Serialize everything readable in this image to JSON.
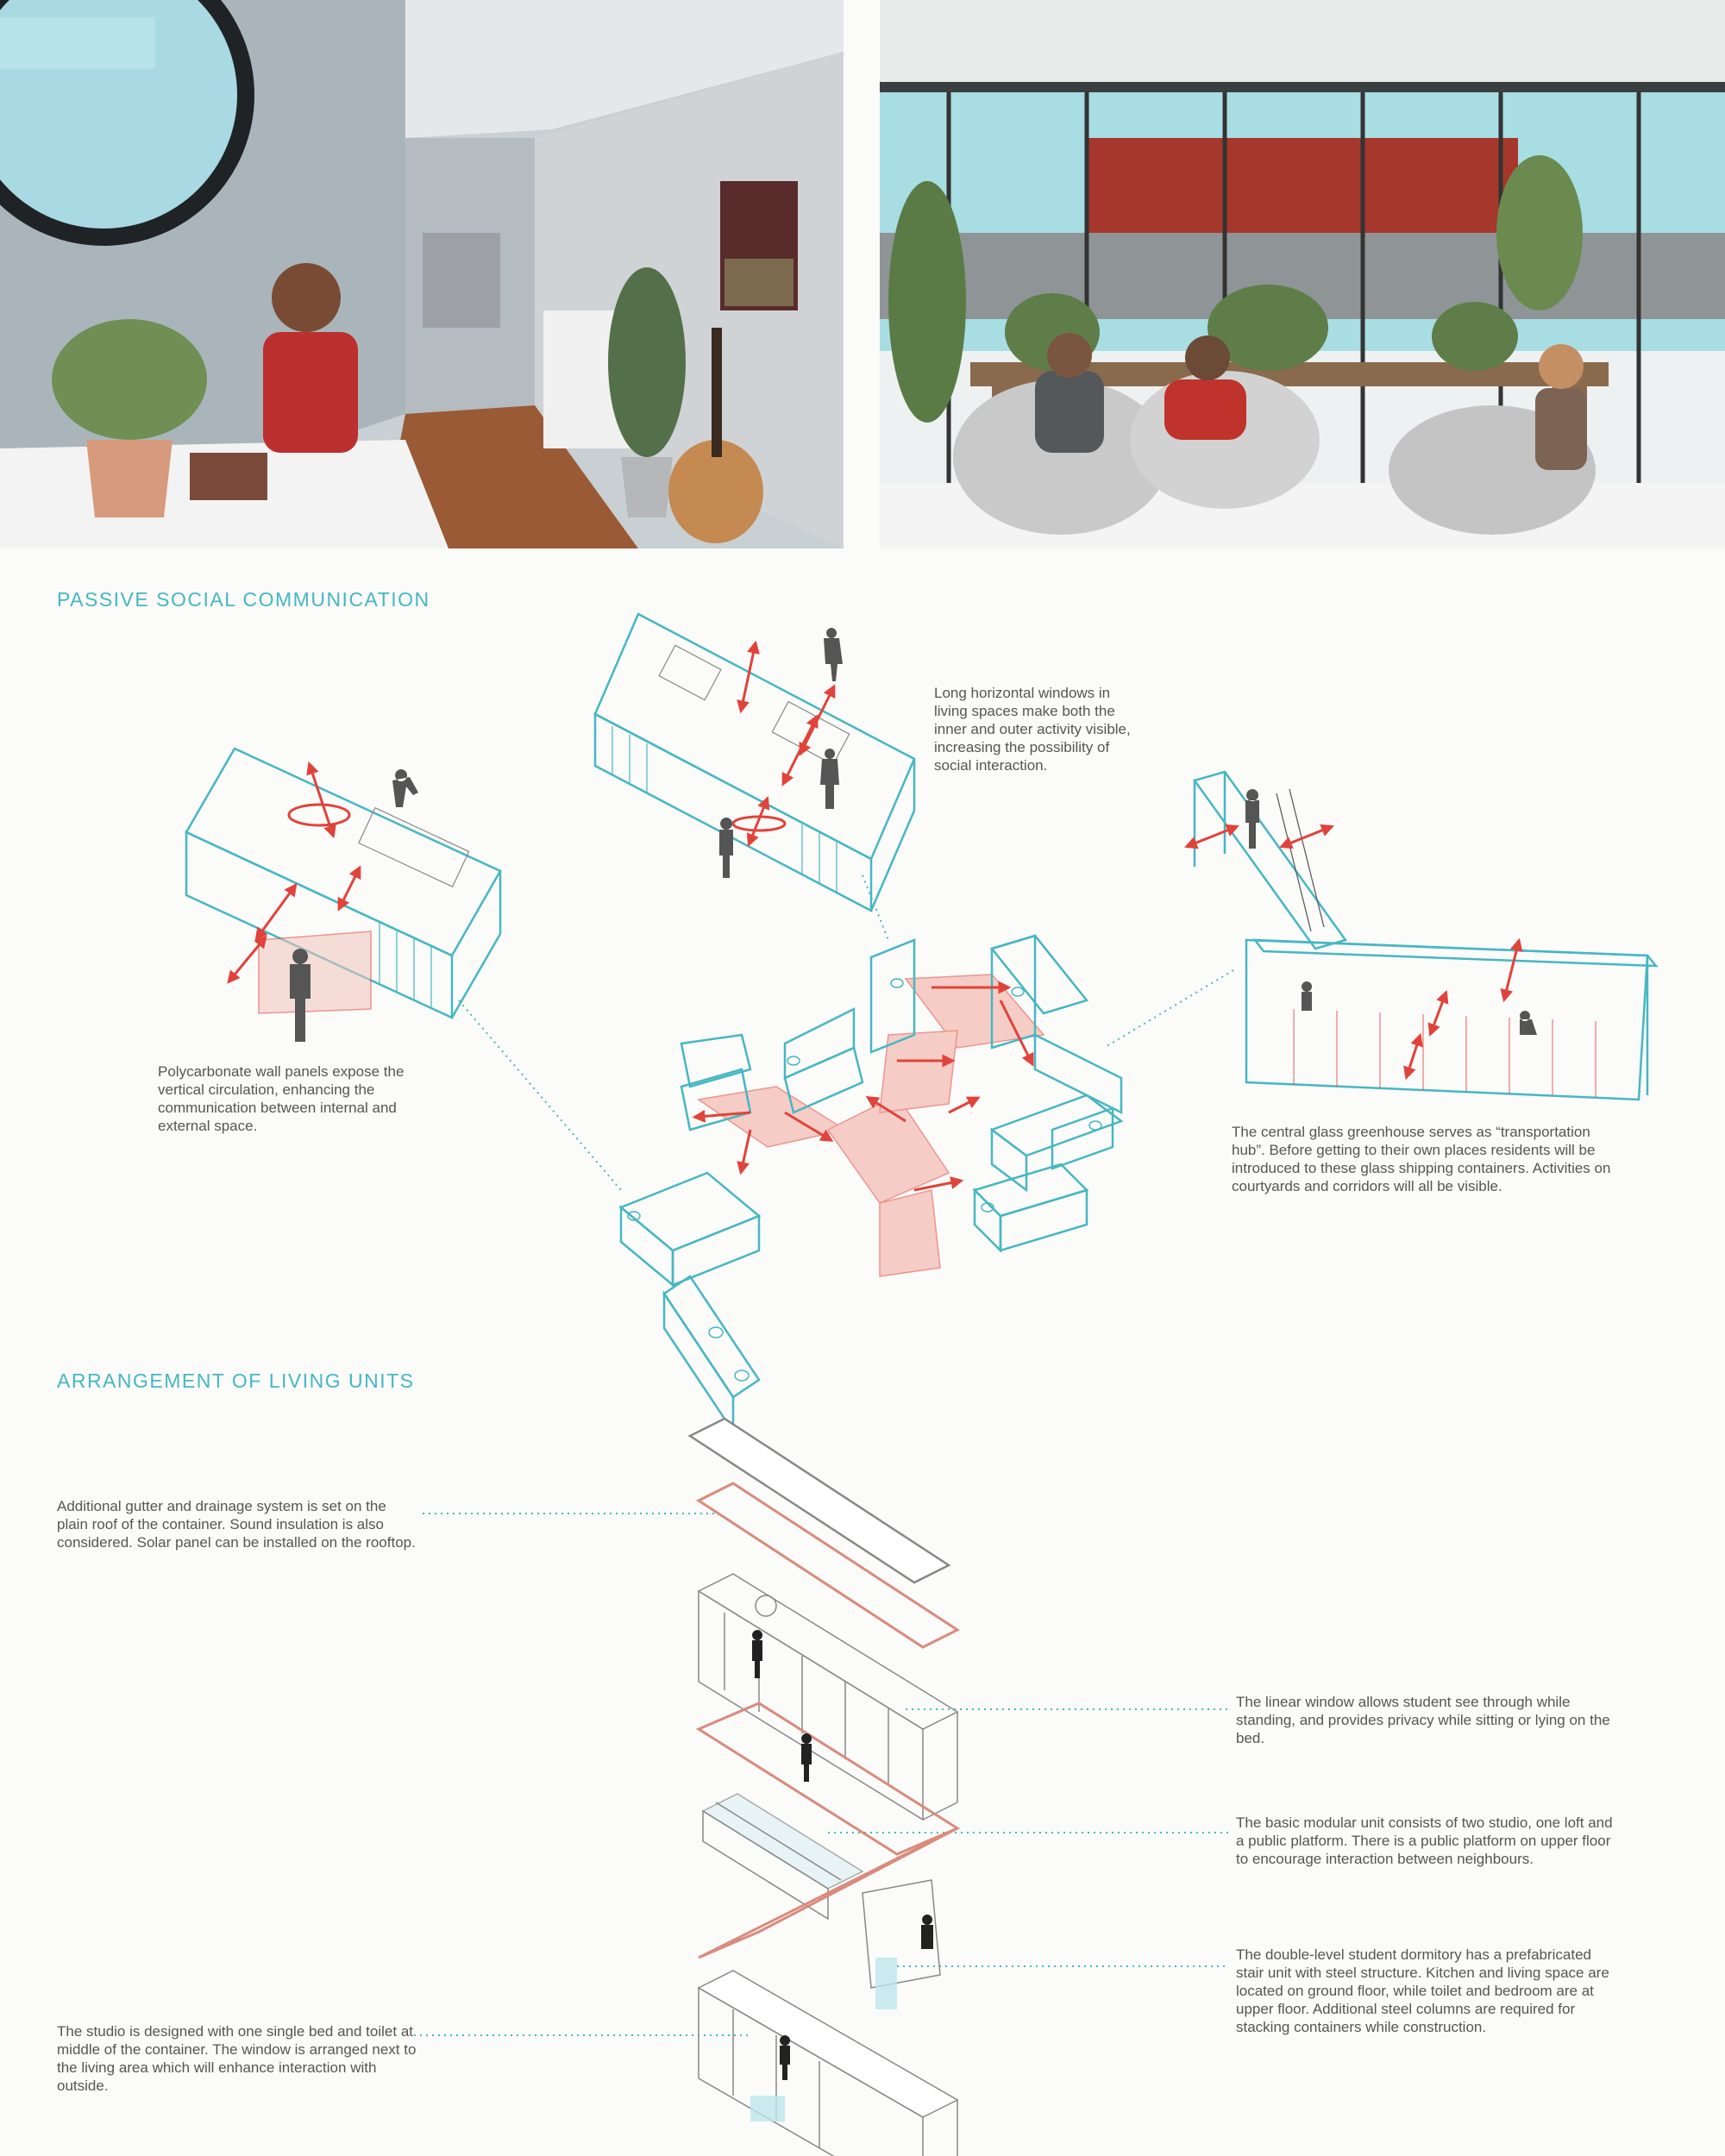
{
  "sections": {
    "social_title": "PASSIVE SOCIAL COMMUNICATION",
    "units_title": "ARRANGEMENT OF LIVING UNITS"
  },
  "notes": {
    "windows": "Long horizontal windows in living spaces make both the inner and outer activity visible, increasing the possibility of social interaction.",
    "polycarbonate": "Polycarbonate wall panels expose the vertical circulation, enhancing the communication between internal and external space.",
    "greenhouse": "The central glass greenhouse serves as “transportation hub”.  Before getting to their own places residents will be introduced to these glass shipping containers.  Activities on courtyards and corridors will all be visible.",
    "gutter": "Additional gutter and drainage system is set on the plain roof of the container. Sound insulation is also considered. Solar panel can be installed on the rooftop.",
    "linear_window": "The linear window allows student see through while standing, and provides privacy while sitting or lying on the bed.",
    "modular_unit": "The basic modular unit consists of two studio, one loft and a public platform. There is a public platform on upper floor to encourage interaction between neighbours.",
    "double_level": "The double-level student dormitory has a prefabricated stair unit with steel structure. Kitchen and living space are located on ground floor, while toilet and bedroom are at upper floor. Additional steel columns are required for stacking containers while construction.",
    "studio": "The studio is designed with one single bed and toilet at middle of the container. The window is arranged next to the living area which will enhance interaction with outside."
  },
  "colors": {
    "accent_teal": "#46b7c2",
    "circulation_red": "#e0433a",
    "structure_salmon": "#d98b7c",
    "text_gray": "#555555"
  }
}
